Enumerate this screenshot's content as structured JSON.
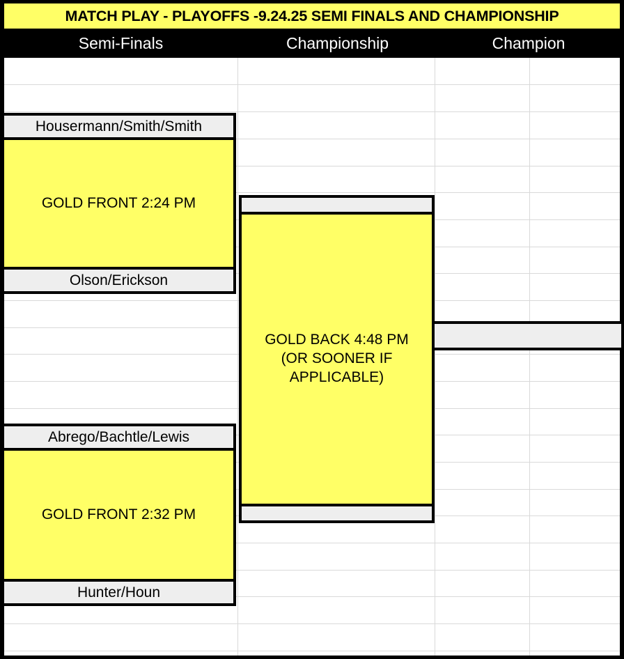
{
  "banner": {
    "title": "MATCH PLAY - PLAYOFFS -9.24.25 SEMI FINALS AND CHAMPIONSHIP",
    "background_color": "#ffff66",
    "text_color": "#000000"
  },
  "columns": [
    {
      "key": "semi_finals",
      "label": "Semi-Finals"
    },
    {
      "key": "championship",
      "label": "Championship"
    },
    {
      "key": "champion",
      "label": "Champion"
    }
  ],
  "header": {
    "background_color": "#000000",
    "text_color": "#ffffff"
  },
  "bracket": {
    "semi_finals": [
      {
        "match_label": "GOLD FRONT 2:24 PM",
        "top_team": "Housermann/Smith/Smith",
        "bottom_team": "Olson/Erickson"
      },
      {
        "match_label": "GOLD FRONT 2:32 PM",
        "top_team": "Abrego/Bachtle/Lewis",
        "bottom_team": "Hunter/Houn"
      }
    ],
    "championship": {
      "match_label_line1": "GOLD BACK 4:48 PM",
      "match_label_line2": "(OR SOONER IF",
      "match_label_line3": "APPLICABLE)",
      "top_team": "",
      "bottom_team": ""
    },
    "champion": {
      "winner": ""
    }
  },
  "colors": {
    "match_highlight": "#ffff66",
    "team_slot": "#eeeeee",
    "border": "#000000",
    "gridline": "#d9d9d9",
    "page_background": "#ffffff"
  }
}
